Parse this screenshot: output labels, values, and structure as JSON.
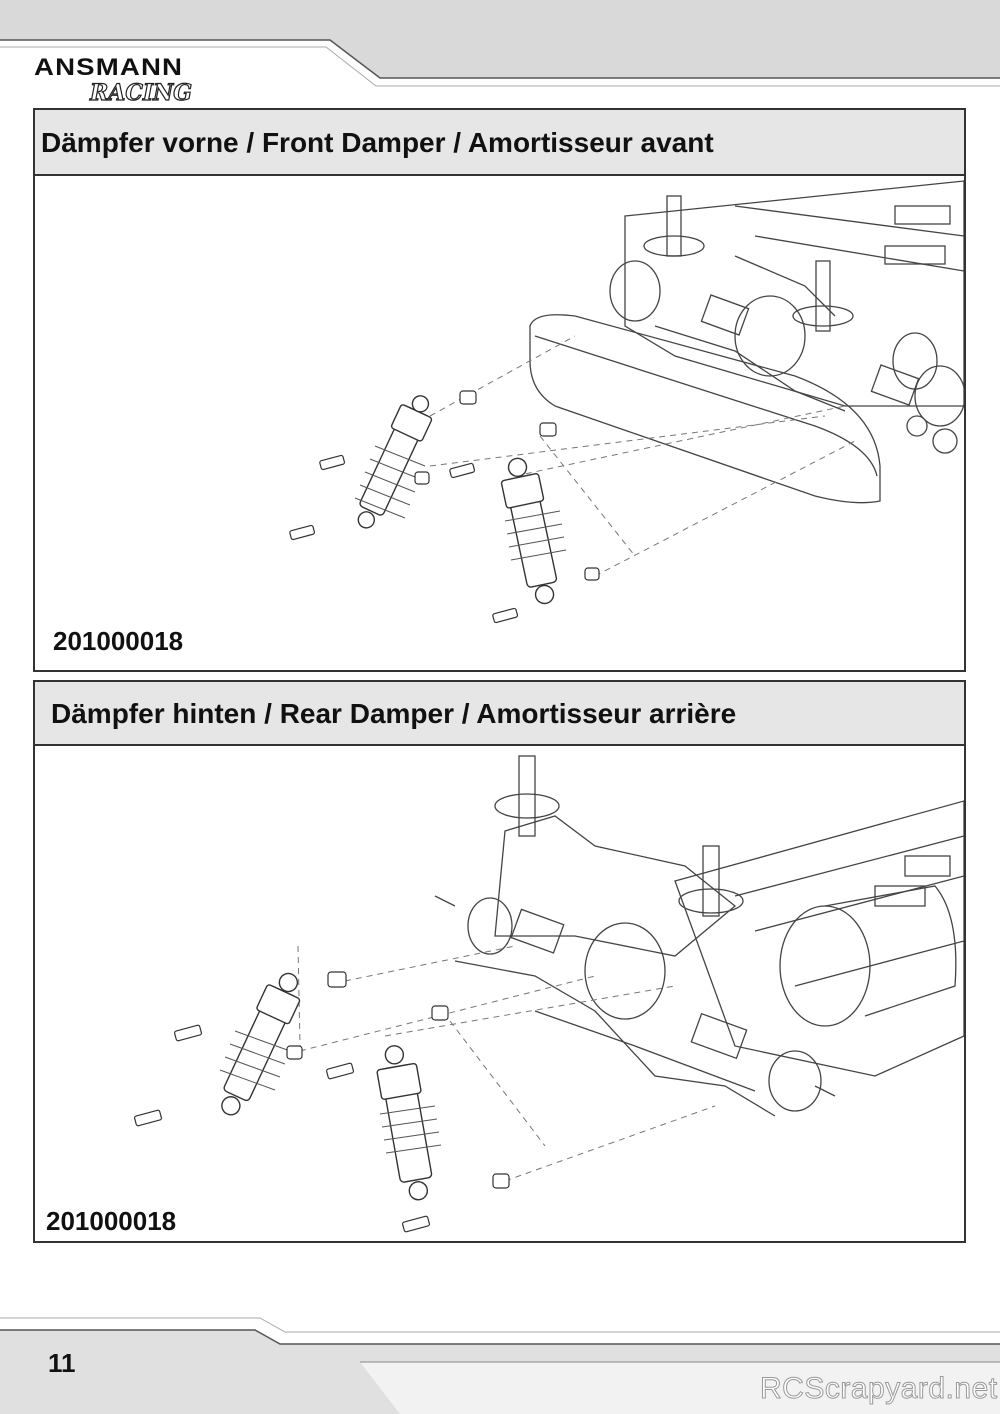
{
  "brand": {
    "name": "ANSMANN",
    "sub": "RACING"
  },
  "sections": [
    {
      "title": "Dämpfer vorne / Front Damper / Amortisseur avant",
      "part_number": "201000018"
    },
    {
      "title": "Dämpfer hinten / Rear Damper / Amortisseur arrière",
      "part_number": "201000018"
    }
  ],
  "page_number": "11",
  "watermark": "RCScrapyard.net"
}
